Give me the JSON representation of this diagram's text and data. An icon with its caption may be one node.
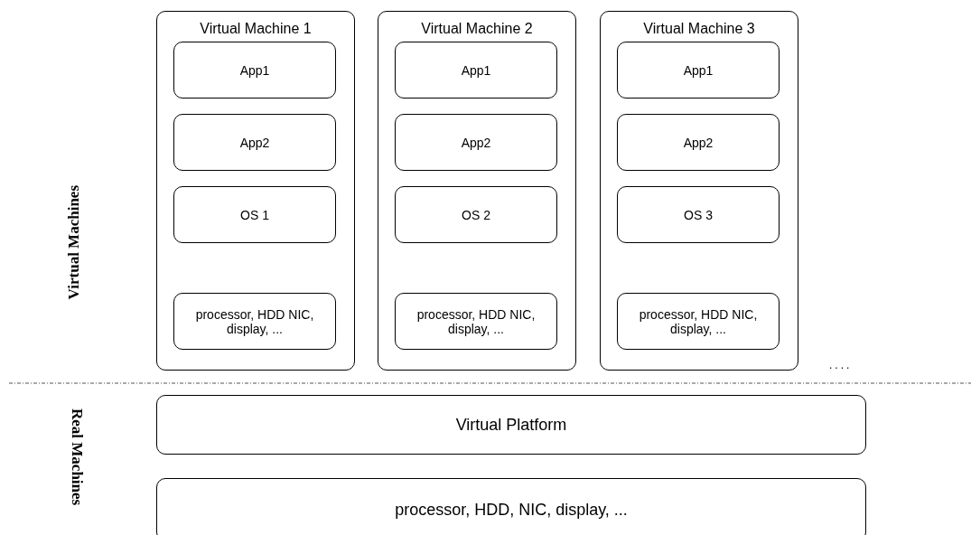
{
  "diagram": {
    "nodes": [
      {
        "text": [
          "Virtual Machine 1"
        ]
      },
      {
        "text": [
          "App1"
        ],
        "in": 0
      },
      {
        "text": [
          "App2"
        ],
        "in": 0
      },
      {
        "text": [
          "OS 1"
        ],
        "in": 0
      },
      {
        "text": [
          "processor, HDD NIC, display, ..."
        ],
        "in": 0
      },
      {
        "text": [
          "Virtual Machine 2"
        ]
      },
      {
        "text": [
          "App1"
        ],
        "in": 5
      },
      {
        "text": [
          "App2"
        ],
        "in": 5
      },
      {
        "text": [
          "OS 2"
        ],
        "in": 5
      },
      {
        "text": [
          "processor, HDD NIC, display, ..."
        ],
        "in": 5
      },
      {
        "text": [
          "Virtual Machine 3"
        ]
      },
      {
        "text": [
          "App1"
        ],
        "in": 10
      },
      {
        "text": [
          "App2"
        ],
        "in": 10
      },
      {
        "text": [
          "OS 3"
        ],
        "in": 10
      },
      {
        "text": [
          "processor, HDD NIC, display, ..."
        ],
        "in": 10
      },
      {
        "text": [
          "Virtual Platform"
        ]
      },
      {
        "text": [
          "processor, HDD, NIC, display, ..."
        ]
      }
    ],
    "edges": [],
    "labels": [
      "Virtual Machines",
      "Real Machines",
      "...."
    ]
  }
}
